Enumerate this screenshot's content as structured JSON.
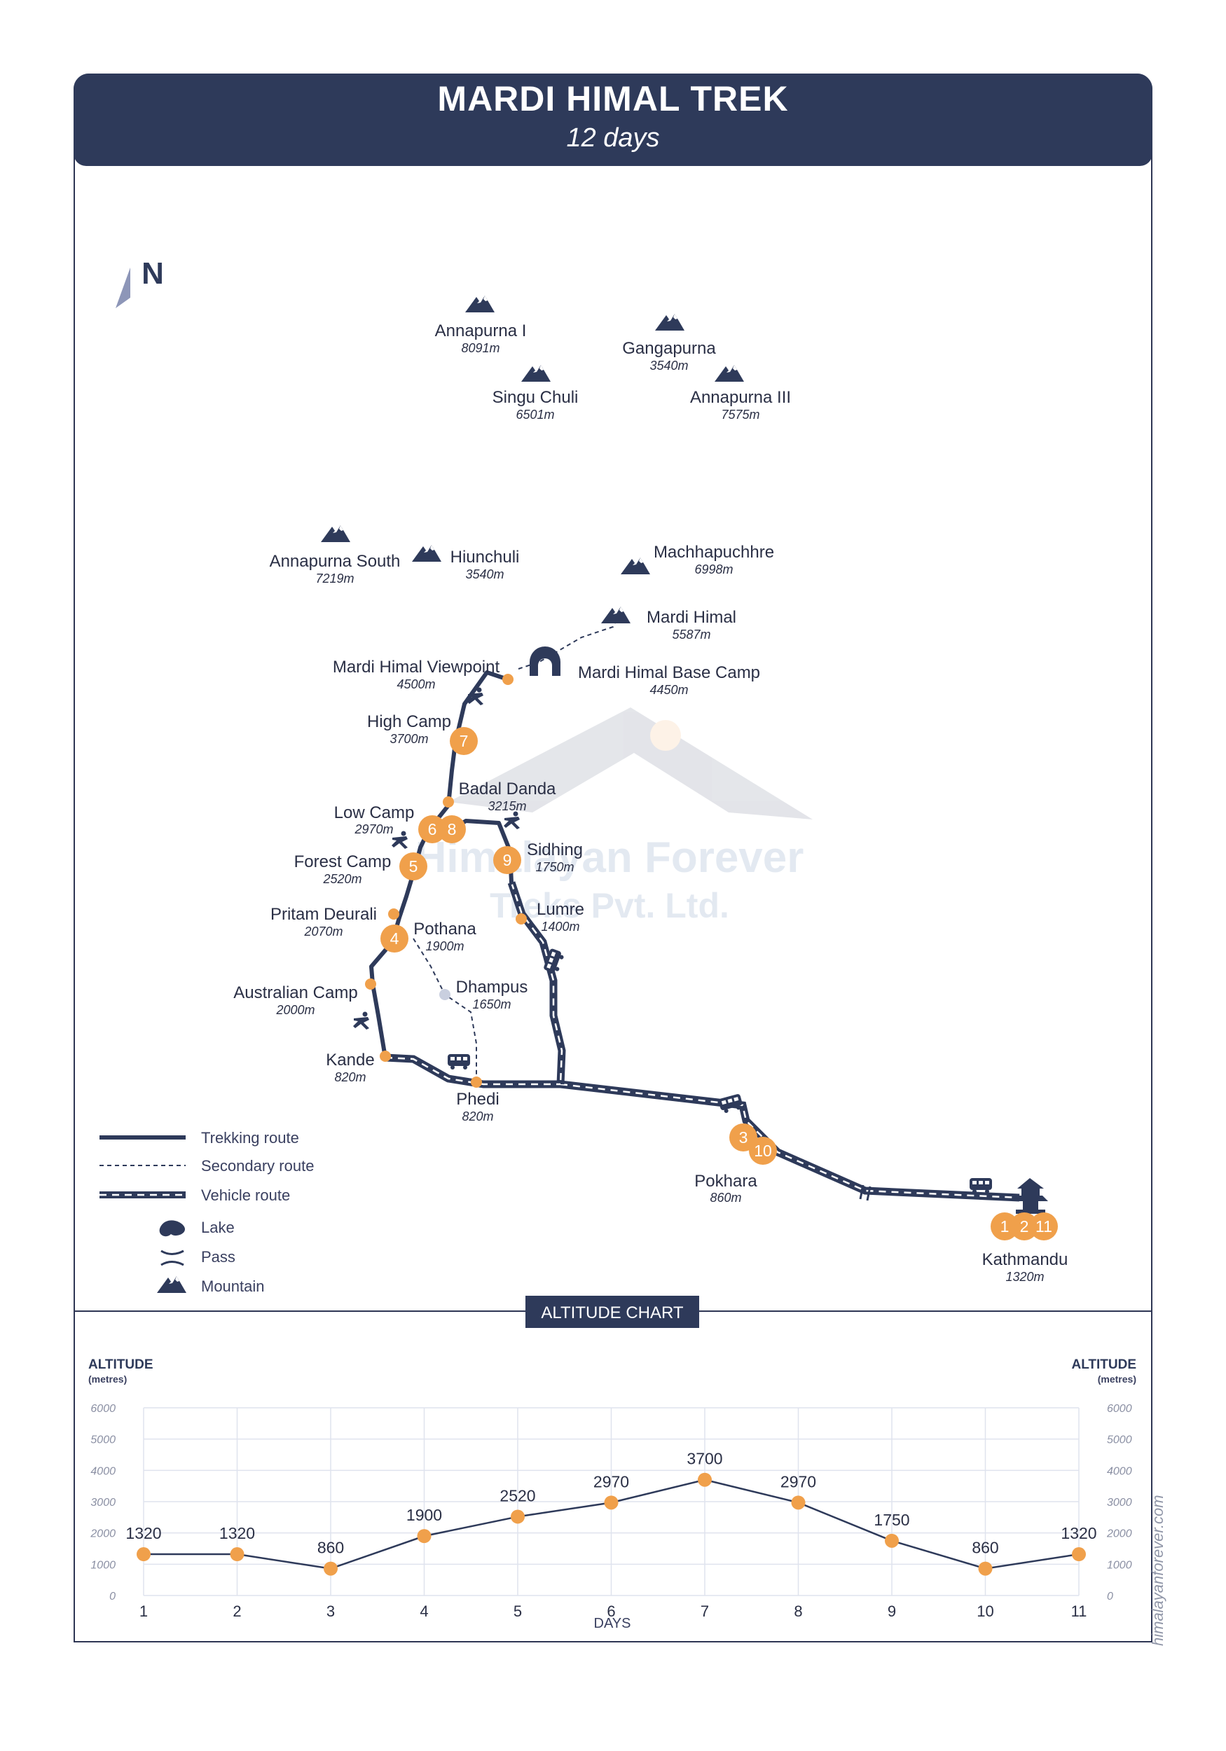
{
  "header": {
    "title": "MARDI HIMAL TREK",
    "subtitle": "12 days"
  },
  "compass": {
    "label": "N"
  },
  "watermark": {
    "line1": "Himalayan Forever",
    "line2": "Treks Pvt. Ltd."
  },
  "website": "himalayanforever.com",
  "colors": {
    "navy": "#2e3a5a",
    "orange": "#f0a04b",
    "dot": "#f0a04b",
    "grid": "#dfe3ee"
  },
  "mountains": [
    {
      "name": "Annapurna I",
      "alt": "8091m"
    },
    {
      "name": "Gangapurna",
      "alt": "3540m"
    },
    {
      "name": "Singu Chuli",
      "alt": "6501m"
    },
    {
      "name": "Annapurna III",
      "alt": "7575m"
    },
    {
      "name": "Annapurna South",
      "alt": "7219m"
    },
    {
      "name": "Hiunchuli",
      "alt": "3540m"
    },
    {
      "name": "Machhapuchhre",
      "alt": "6998m"
    },
    {
      "name": "Mardi Himal",
      "alt": "5587m"
    }
  ],
  "places": [
    {
      "name": "Mardi Himal Viewpoint",
      "alt": "4500m"
    },
    {
      "name": "Mardi Himal Base Camp",
      "alt": "4450m"
    },
    {
      "name": "High Camp",
      "alt": "3700m"
    },
    {
      "name": "Badal Danda",
      "alt": "3215m"
    },
    {
      "name": "Low Camp",
      "alt": "2970m"
    },
    {
      "name": "Sidhing",
      "alt": "1750m"
    },
    {
      "name": "Forest Camp",
      "alt": "2520m"
    },
    {
      "name": "Lumre",
      "alt": "1400m"
    },
    {
      "name": "Pritam Deurali",
      "alt": "2070m"
    },
    {
      "name": "Pothana",
      "alt": "1900m"
    },
    {
      "name": "Dhampus",
      "alt": "1650m"
    },
    {
      "name": "Australian Camp",
      "alt": "2000m"
    },
    {
      "name": "Kande",
      "alt": "820m"
    },
    {
      "name": "Phedi",
      "alt": "820m"
    },
    {
      "name": "Pokhara",
      "alt": "860m"
    },
    {
      "name": "Kathmandu",
      "alt": "1320m"
    }
  ],
  "day_markers": [
    "7",
    "6",
    "8",
    "9",
    "5",
    "4",
    "3",
    "10",
    "1",
    "2",
    "11"
  ],
  "legend": {
    "trek": "Trekking route",
    "secondary": "Secondary route",
    "vehicle": "Vehicle route",
    "lake": "Lake",
    "pass": "Pass",
    "mountain": "Mountain"
  },
  "chart_data": {
    "type": "line",
    "title": "ALTITUDE CHART",
    "xlabel": "DAYS",
    "ylabel": "ALTITUDE",
    "yunit": "(metres)",
    "x": [
      1,
      2,
      3,
      4,
      5,
      6,
      7,
      8,
      9,
      10,
      11
    ],
    "y": [
      1320,
      1320,
      860,
      1900,
      2520,
      2970,
      3700,
      2970,
      1750,
      860,
      1320
    ],
    "ylim": [
      0,
      6000
    ],
    "yticks": [
      0,
      1000,
      2000,
      3000,
      4000,
      5000,
      6000
    ],
    "grid": true,
    "color": "#f0a04b"
  }
}
